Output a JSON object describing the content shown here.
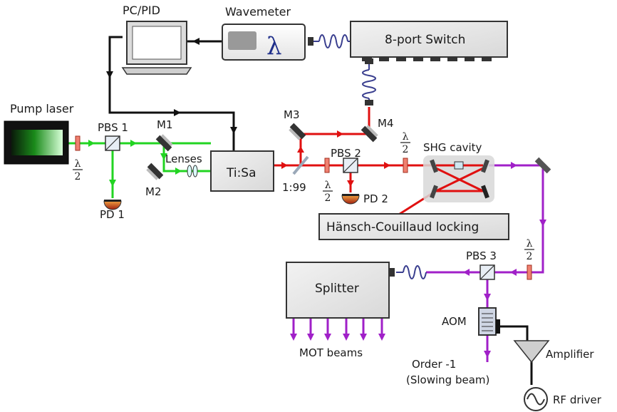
{
  "labels": {
    "pc": "PC/PID",
    "wavemeter": "Wavemeter",
    "switch": "8-port Switch",
    "pump": "Pump laser",
    "pbs1": "PBS 1",
    "m1": "M1",
    "m2": "M2",
    "lenses": "Lenses",
    "tisa": "Ti:Sa",
    "pd1": "PD 1",
    "m3": "M3",
    "m4": "M4",
    "pbs2": "PBS 2",
    "ratio": "1:99",
    "pd2": "PD 2",
    "shg": "SHG cavity",
    "hc": "Hänsch-Couillaud locking",
    "pbs3": "PBS 3",
    "splitter": "Splitter",
    "mot": "MOT beams",
    "aom": "AOM",
    "order1": "Order -1",
    "order2": "(Slowing beam)",
    "amp": "Amplifier",
    "rf": "RF driver",
    "lambda": "λ",
    "half_num": "λ",
    "half_den": "2"
  },
  "colors": {
    "green": "#22d422",
    "red": "#e01010",
    "purple": "#a020c8",
    "black": "#111111",
    "fiber": "#3a3f8f"
  }
}
